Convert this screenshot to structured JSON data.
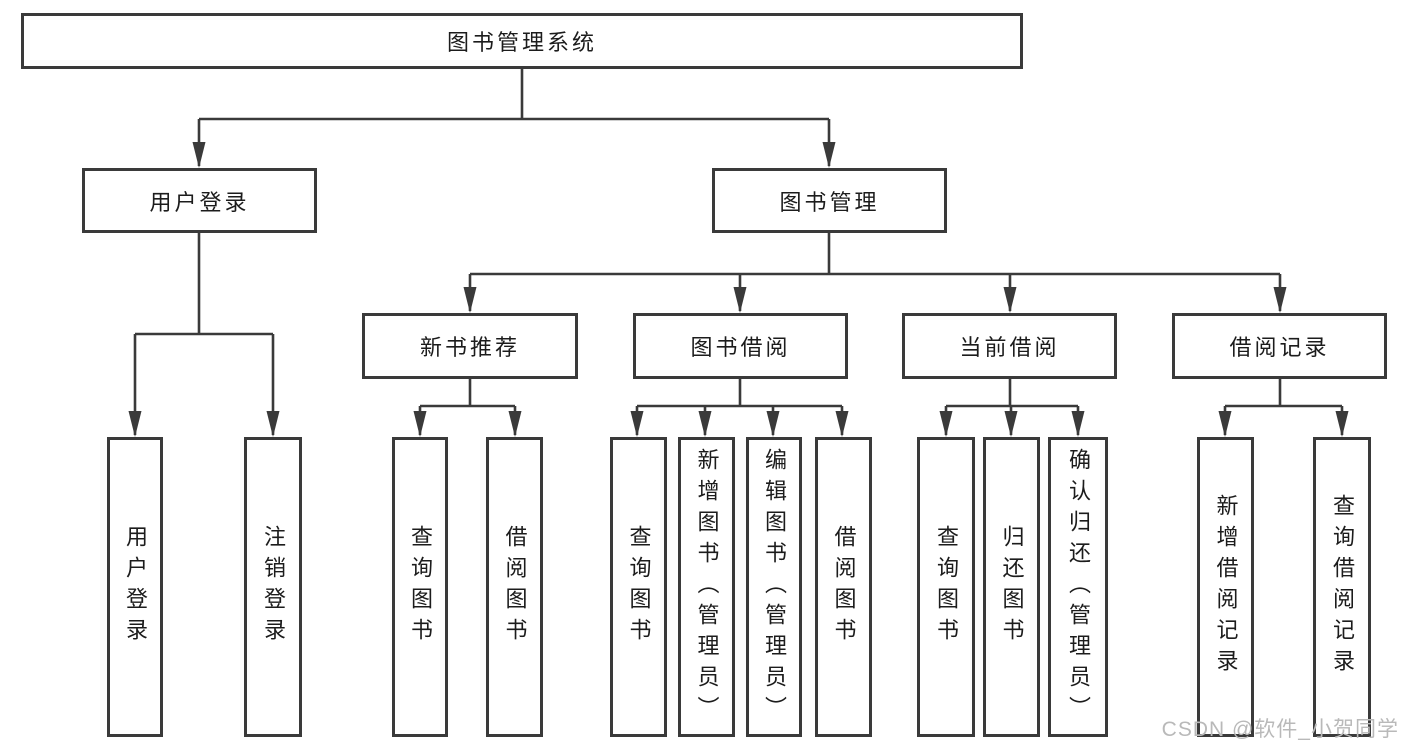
{
  "diagram": {
    "title": "图书管理系统",
    "root": {
      "label": "图书管理系统"
    },
    "level2": [
      {
        "label": "用户登录"
      },
      {
        "label": "图书管理"
      }
    ],
    "level3": [
      {
        "label": "新书推荐"
      },
      {
        "label": "图书借阅"
      },
      {
        "label": "当前借阅"
      },
      {
        "label": "借阅记录"
      }
    ],
    "leaves": [
      {
        "label": "用户登录",
        "parent": "用户登录"
      },
      {
        "label": "注销登录",
        "parent": "用户登录"
      },
      {
        "label": "查询图书",
        "parent": "新书推荐"
      },
      {
        "label": "借阅图书",
        "parent": "新书推荐"
      },
      {
        "label": "查询图书",
        "parent": "图书借阅"
      },
      {
        "label": "新增图书（管理员）",
        "parent": "图书借阅"
      },
      {
        "label": "编辑图书（管理员）",
        "parent": "图书借阅"
      },
      {
        "label": "借阅图书",
        "parent": "图书借阅"
      },
      {
        "label": "查询图书",
        "parent": "当前借阅"
      },
      {
        "label": "归还图书",
        "parent": "当前借阅"
      },
      {
        "label": "确认归还（管理员）",
        "parent": "当前借阅"
      },
      {
        "label": "新增借阅记录",
        "parent": "借阅记录"
      },
      {
        "label": "查询借阅记录",
        "parent": "借阅记录"
      }
    ]
  },
  "watermark": {
    "text": "CSDN @软件_小贺同学"
  },
  "colors": {
    "line": "#3a3a3a",
    "border": "#3a3a3a",
    "text": "#1c1c1c",
    "watermark": "#b9b9b9",
    "background": "#ffffff"
  }
}
